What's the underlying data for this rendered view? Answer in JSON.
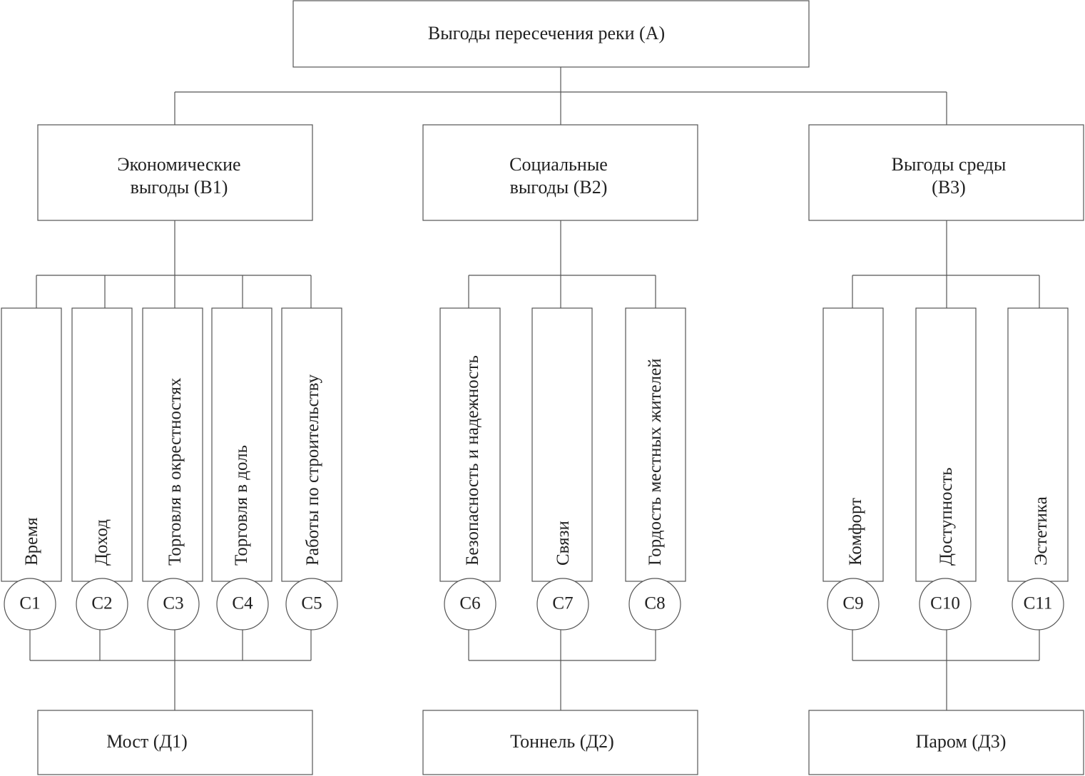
{
  "goal": {
    "label": "Выгоды пересечения реки (А)"
  },
  "categories": [
    {
      "line1": "Экономические",
      "line2": "выгоды (В1)"
    },
    {
      "line1": "Социальные",
      "line2": "выгоды (В2)"
    },
    {
      "line1": "Выгоды среды",
      "line2": "(В3)"
    }
  ],
  "criteria": [
    {
      "label": "Время",
      "code": "С1"
    },
    {
      "label": "Доход",
      "code": "С2"
    },
    {
      "label": "Торговля в окрестностях",
      "code": "С3"
    },
    {
      "label": "Торговля в доль",
      "code": "С4"
    },
    {
      "label": "Работы по строительству",
      "code": "С5"
    },
    {
      "label": "Безопасность и надежность",
      "code": "С6"
    },
    {
      "label": "Связи",
      "code": "С7"
    },
    {
      "label": "Гордость местных жителей",
      "code": "С8"
    },
    {
      "label": "Комфорт",
      "code": "С9"
    },
    {
      "label": "Доступность",
      "code": "С10"
    },
    {
      "label": "Эстетика",
      "code": "С11"
    }
  ],
  "alternatives": [
    {
      "label": "Мост (Д1)"
    },
    {
      "label": "Тоннель (Д2)"
    },
    {
      "label": "Паром (Д3)"
    }
  ]
}
